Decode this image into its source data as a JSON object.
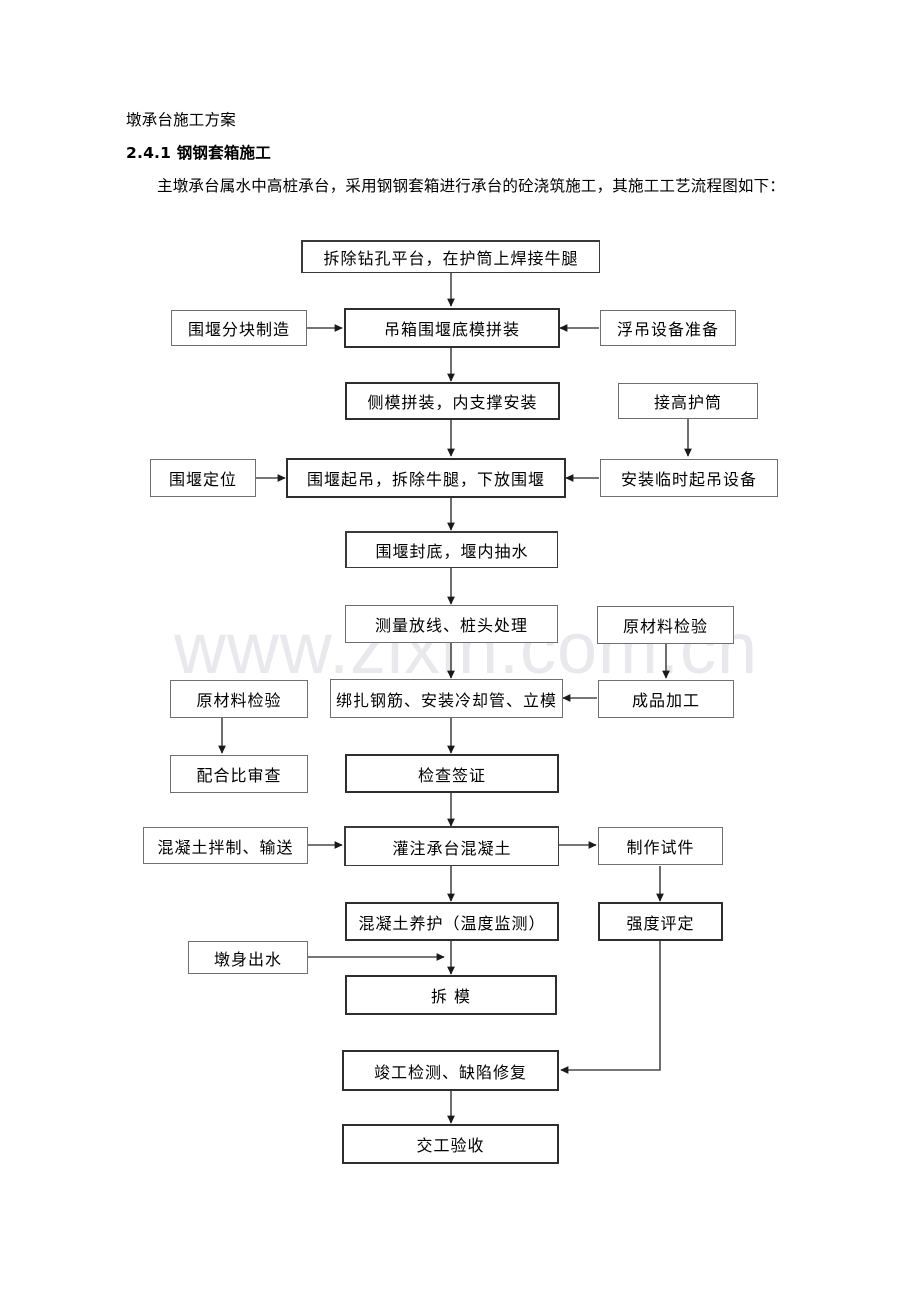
{
  "document": {
    "title": "墩承台施工方案",
    "section_number_title": "2.4.1 钢钢套箱施工",
    "paragraph": "主墩承台属水中高桩承台，采用钢钢套箱进行承台的砼浇筑施工，其施工工艺流程图如下：",
    "watermark": "www.zixin.com.cn"
  },
  "flowchart": {
    "type": "process-flow-diagram",
    "nodes": [
      {
        "id": "n01",
        "label": "拆除钻孔平台，在护筒上焊接牛腿"
      },
      {
        "id": "n02",
        "label": "围堰分块制造"
      },
      {
        "id": "n03",
        "label": "吊箱围堰底模拼装"
      },
      {
        "id": "n04",
        "label": "浮吊设备准备"
      },
      {
        "id": "n05",
        "label": "侧模拼装，内支撑安装"
      },
      {
        "id": "n06",
        "label": "接高护筒"
      },
      {
        "id": "n07",
        "label": "围堰定位"
      },
      {
        "id": "n08",
        "label": "围堰起吊，拆除牛腿，下放围堰"
      },
      {
        "id": "n09",
        "label": "安装临时起吊设备"
      },
      {
        "id": "n10",
        "label": "围堰封底，堰内抽水"
      },
      {
        "id": "n11",
        "label": "测量放线、桩头处理"
      },
      {
        "id": "n12",
        "label": "原材料检验"
      },
      {
        "id": "n13",
        "label": "原材料检验"
      },
      {
        "id": "n14",
        "label": "绑扎钢筋、安装冷却管、立模"
      },
      {
        "id": "n15",
        "label": "成品加工"
      },
      {
        "id": "n16",
        "label": "配合比审查"
      },
      {
        "id": "n17",
        "label": "检查签证"
      },
      {
        "id": "n18",
        "label": "混凝土拌制、输送"
      },
      {
        "id": "n19",
        "label": "灌注承台混凝土"
      },
      {
        "id": "n20",
        "label": "制作试件"
      },
      {
        "id": "n21",
        "label": "混凝土养护（温度监测）"
      },
      {
        "id": "n22",
        "label": "强度评定"
      },
      {
        "id": "n23",
        "label": "墩身出水"
      },
      {
        "id": "n24",
        "label": "拆    模"
      },
      {
        "id": "n25",
        "label": "竣工检测、缺陷修复"
      },
      {
        "id": "n26",
        "label": "交工验收"
      }
    ],
    "edges": [
      {
        "from": "n01",
        "to": "n03",
        "direction": "down"
      },
      {
        "from": "n02",
        "to": "n03",
        "direction": "right"
      },
      {
        "from": "n04",
        "to": "n03",
        "direction": "left"
      },
      {
        "from": "n03",
        "to": "n05",
        "direction": "down"
      },
      {
        "from": "n05",
        "to": "n08",
        "direction": "down"
      },
      {
        "from": "n06",
        "to": "n09",
        "direction": "down"
      },
      {
        "from": "n07",
        "to": "n08",
        "direction": "right"
      },
      {
        "from": "n09",
        "to": "n08",
        "direction": "left"
      },
      {
        "from": "n08",
        "to": "n10",
        "direction": "down"
      },
      {
        "from": "n10",
        "to": "n11",
        "direction": "down"
      },
      {
        "from": "n11",
        "to": "n14",
        "direction": "down"
      },
      {
        "from": "n12",
        "to": "n15",
        "direction": "down"
      },
      {
        "from": "n13",
        "to": "n16",
        "direction": "down"
      },
      {
        "from": "n15",
        "to": "n14",
        "direction": "left"
      },
      {
        "from": "n14",
        "to": "n17",
        "direction": "down"
      },
      {
        "from": "n17",
        "to": "n19",
        "direction": "down"
      },
      {
        "from": "n18",
        "to": "n19",
        "direction": "right"
      },
      {
        "from": "n19",
        "to": "n20",
        "direction": "right"
      },
      {
        "from": "n19",
        "to": "n21",
        "direction": "down"
      },
      {
        "from": "n20",
        "to": "n22",
        "direction": "down"
      },
      {
        "from": "n21",
        "to": "n24",
        "direction": "down"
      },
      {
        "from": "n23",
        "to": "n24",
        "direction": "right"
      },
      {
        "from": "n22",
        "to": "n25",
        "direction": "down-left"
      },
      {
        "from": "n25",
        "to": "n26",
        "direction": "down"
      }
    ]
  }
}
